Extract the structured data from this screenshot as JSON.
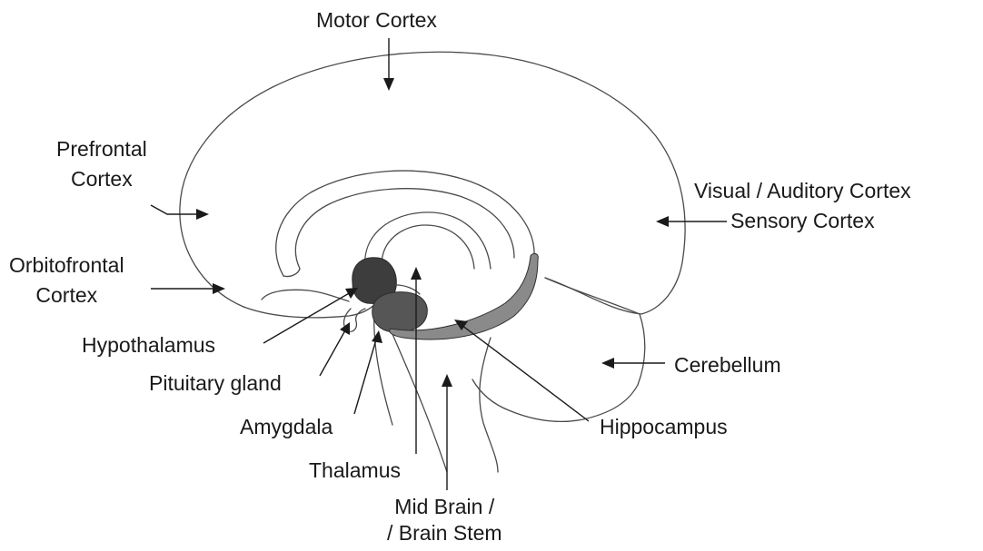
{
  "labels": {
    "motor_cortex": [
      "Motor Cortex"
    ],
    "prefrontal_cortex": [
      "Prefrontal",
      "Cortex"
    ],
    "orbitofrontal_cortex": [
      "Orbitofrontal",
      "Cortex"
    ],
    "visual_auditory_sensory": [
      "Visual / Auditory Cortex",
      "Sensory Cortex"
    ],
    "hypothalamus": [
      "Hypothalamus"
    ],
    "pituitary_gland": [
      "Pituitary gland"
    ],
    "amygdala": [
      "Amygdala"
    ],
    "thalamus": [
      "Thalamus"
    ],
    "mid_brain_stem": [
      "Mid Brain /",
      "/ Brain Stem"
    ],
    "cerebellum": [
      "Cerebellum"
    ],
    "hippocampus": [
      "Hippocampus"
    ]
  },
  "colors": {
    "outline": "#4a4a4a",
    "text": "#1a1a1a",
    "hypothalamus_fill": "#3d3d3d",
    "thalamus_fill": "#565656",
    "hippocampus_fill": "#8a8a8a"
  }
}
